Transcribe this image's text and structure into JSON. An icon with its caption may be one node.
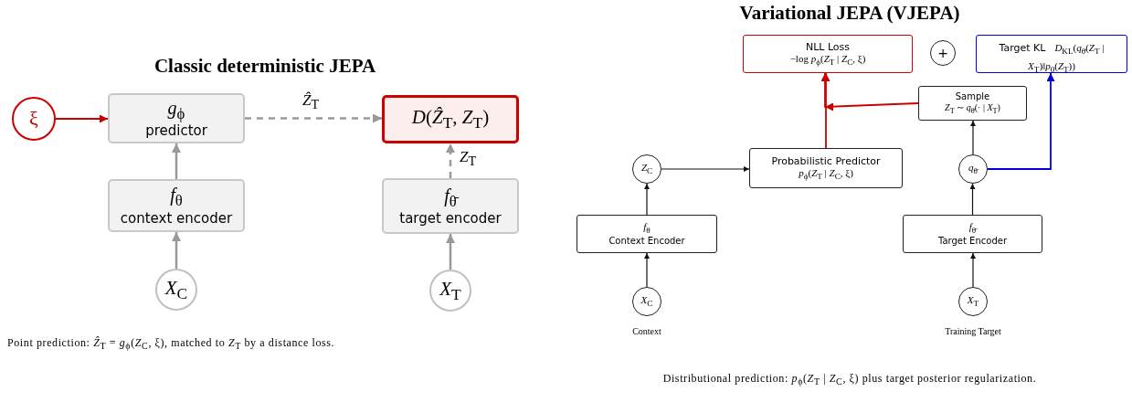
{
  "diagram": {
    "nodes": [
      {
        "text": [
          "ξ"
        ]
      },
      {
        "text": [
          "*g*$_{ϕ}$",
          "predictor"
        ]
      },
      {
        "text": [
          "*D*(*Ẑ*$_{T}$, *Z*$_{T}$)"
        ]
      },
      {
        "text": [
          "*f*$_{θ}$",
          "context encoder"
        ]
      },
      {
        "text": [
          "*f*$_{θ̄}$",
          "target encoder"
        ]
      },
      {
        "text": [
          "*X*$_{C}$"
        ]
      },
      {
        "text": [
          "*X*$_{T}$"
        ]
      },
      {
        "text": [
          "NLL Loss",
          "−log *p*$_{ϕ}$(*Z*$_{T}$ | *Z*$_{C}$, ξ)"
        ]
      },
      {
        "text": [
          "+"
        ]
      },
      {
        "text": [
          "Target KL",
          "*D*$_{KL}$(*q*$_{θ̄}$(*Z*$_{T}$ | *X*$_{T}$)‖*p*$_{0}$(*Z*$_{T}$))"
        ]
      },
      {
        "text": [
          "Sample",
          "*Z*$_{T}$ ∼ *q*$_{θ̄}$(· | *X*$_{T}$)"
        ]
      },
      {
        "text": [
          "*Z*$_{C}$"
        ]
      },
      {
        "text": [
          "Probabilistic Predictor",
          "*p*$_{ϕ}$(*Z*$_{T}$ | *Z*$_{C}$, ξ)"
        ]
      },
      {
        "text": [
          "*q*$_{θ̄}$"
        ]
      },
      {
        "text": [
          "*f*$_{θ}$",
          "Context Encoder"
        ]
      },
      {
        "text": [
          "*f*$_{θ̄}$",
          "Target Encoder"
        ]
      },
      {
        "text": [
          "*X*$_{C}$"
        ],
        "beside": [
          "Context"
        ]
      },
      {
        "text": [
          "*X*$_{T}$"
        ],
        "beside": [
          "Training Target"
        ]
      }
    ],
    "edges": [
      {
        "from": 0,
        "to": 1,
        "arrow": "to",
        "color": "#cc0000"
      },
      {
        "from": 1,
        "to": 2,
        "arrow": "to",
        "label": "*Ẑ*$_{T}$",
        "style": "dashed",
        "color": "#999999"
      },
      {
        "from": 3,
        "to": 1,
        "arrow": "to",
        "color": "#999999"
      },
      {
        "from": 5,
        "to": 3,
        "arrow": "to",
        "color": "#999999"
      },
      {
        "from": 4,
        "to": 2,
        "arrow": "to",
        "label": "*Z*$_{T}$",
        "style": "dashed",
        "color": "#999999"
      },
      {
        "from": 6,
        "to": 4,
        "arrow": "to",
        "color": "#999999"
      },
      {
        "from": 16,
        "to": 14,
        "arrow": "to"
      },
      {
        "from": 14,
        "to": 11,
        "arrow": "to"
      },
      {
        "from": 11,
        "to": 12,
        "arrow": "to"
      },
      {
        "from": 12,
        "to": 7,
        "arrow": "to",
        "color": "#cc0000"
      },
      {
        "from": 10,
        "to": 7,
        "arrow": "to",
        "color": "#cc0000"
      },
      {
        "from": 13,
        "to": 10,
        "arrow": "to"
      },
      {
        "from": 13,
        "to": 9,
        "arrow": "to",
        "color": "#0000dd"
      },
      {
        "from": 15,
        "to": 13,
        "arrow": "to"
      },
      {
        "from": 17,
        "to": 15,
        "arrow": "to"
      }
    ],
    "labels": [
      "Classic deterministic JEPA",
      "Variational JEPA (VJEPA)",
      "Point prediction: *Ẑ*$_{T}$ = *g*$_{ϕ}$(*Z*$_{C}$, ξ), matched to *Z*$_{T}$ by a distance loss.",
      "Distributional prediction: *p*$_{ϕ}$(*Z*$_{T}$ | *Z*$_{C}$, ξ) plus target posterior regularization."
    ]
  }
}
